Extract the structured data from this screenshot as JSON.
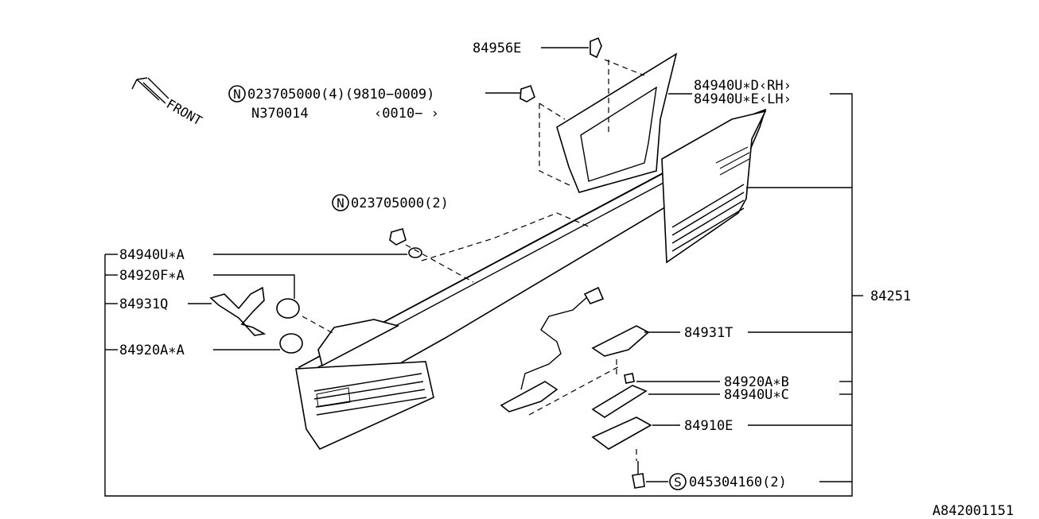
{
  "diagram": {
    "front_label": "FRONT",
    "reference_code": "A842001151",
    "callouts": {
      "p84956E": "84956E",
      "p84940U_D": "84940U∗D‹RH›",
      "p84940U_E": "84940U∗E‹LH›",
      "n023705000_4": "023705000(4)(9810−0009)",
      "n370014": "N370014",
      "range_0010": "‹0010−     ›",
      "n023705000_2": "023705000(2)",
      "p84940U_A": "84940U∗A",
      "p84920F_A": "84920F∗A",
      "p84931Q": "84931Q",
      "p84920A_A": "84920A∗A",
      "p84251": "84251",
      "p84931T": "84931T",
      "p84920A_B": "84920A∗B",
      "p84940U_C": "84940U∗C",
      "p84910E": "84910E",
      "s045304160": "045304160(2)"
    },
    "circle_marks": {
      "n_mark_1": "N",
      "n_mark_2": "N",
      "s_mark": "S"
    }
  }
}
